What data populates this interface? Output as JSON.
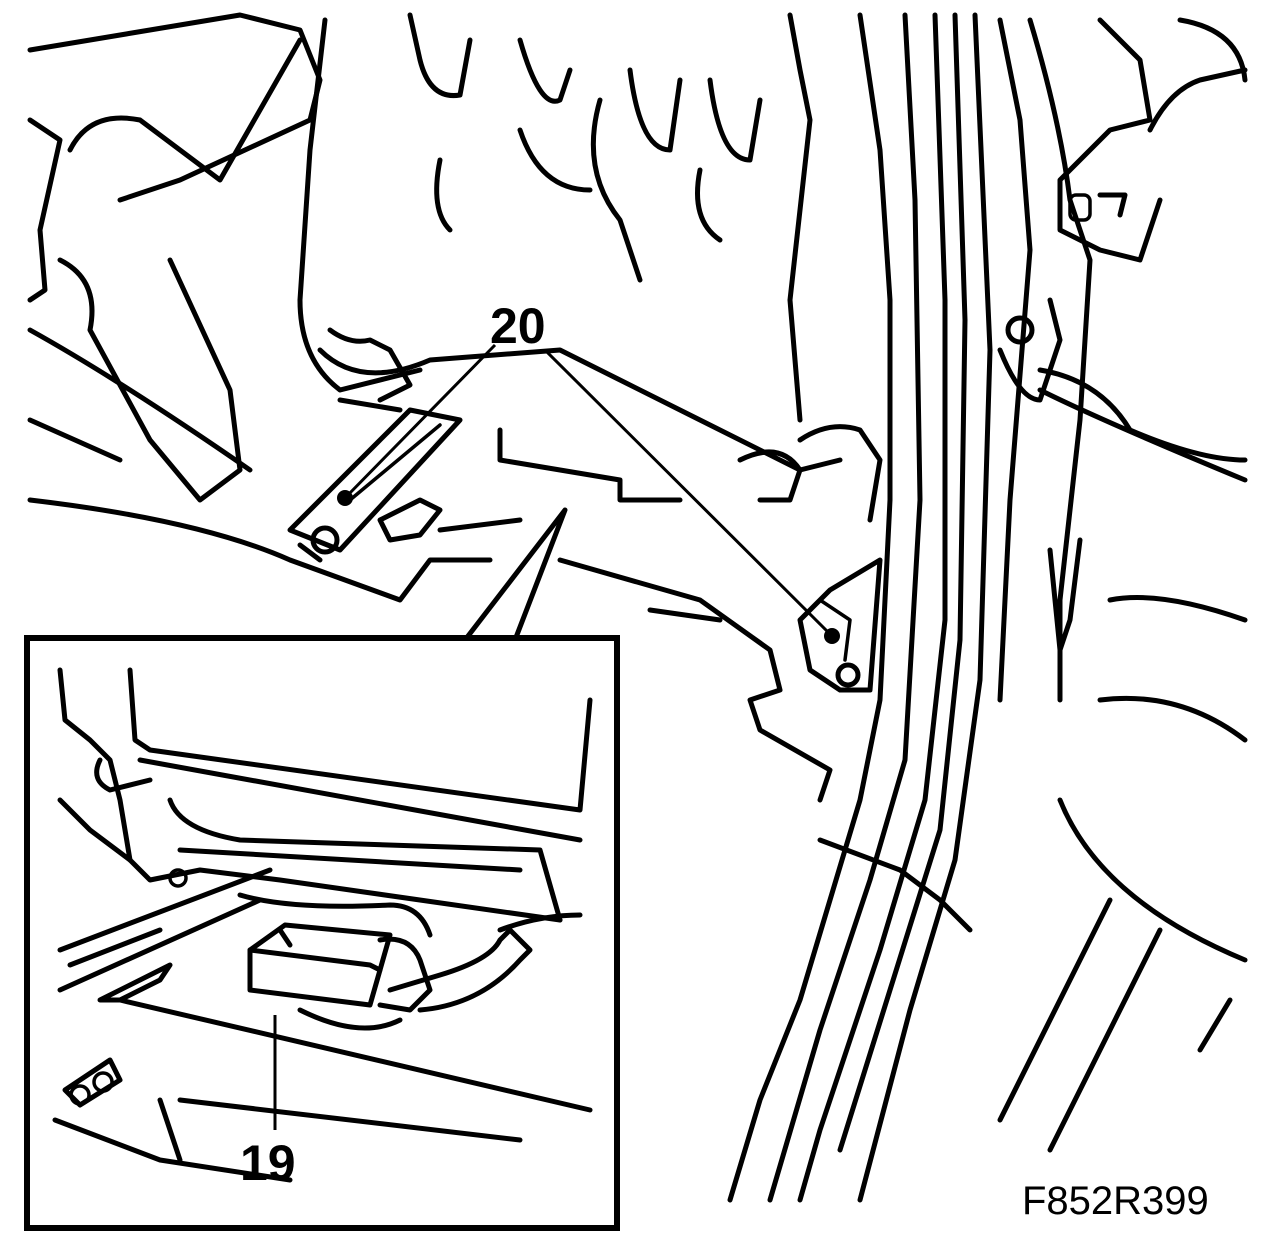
{
  "diagram": {
    "callouts": {
      "seat_rail_bolts": "20",
      "connector": "19"
    },
    "figure_id": "F852R399"
  },
  "colors": {
    "line": "#000000",
    "background": "#ffffff"
  }
}
